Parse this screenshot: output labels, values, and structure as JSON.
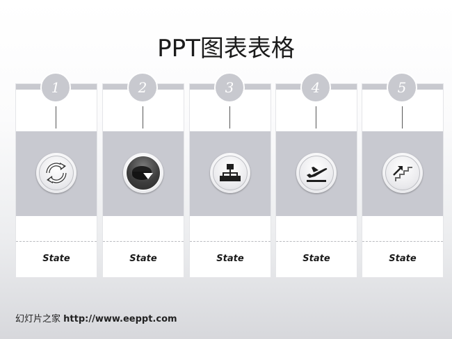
{
  "title": "PPT图表表格",
  "cards": [
    {
      "number": "1",
      "label": "State",
      "icon": "refresh-cycle-icon"
    },
    {
      "number": "2",
      "label": "State",
      "icon": "pie-chart-icon"
    },
    {
      "number": "3",
      "label": "State",
      "icon": "org-chart-icon"
    },
    {
      "number": "4",
      "label": "State",
      "icon": "airplane-takeoff-icon"
    },
    {
      "number": "5",
      "label": "State",
      "icon": "stairs-up-icon"
    }
  ],
  "footer": {
    "brand": "幻灯片之家",
    "url": "http://www.eeppt.com"
  },
  "colors": {
    "band": "#c8c9d0",
    "number_circle": "#c8c9cf",
    "icon_dark": "#3e3e3e"
  }
}
